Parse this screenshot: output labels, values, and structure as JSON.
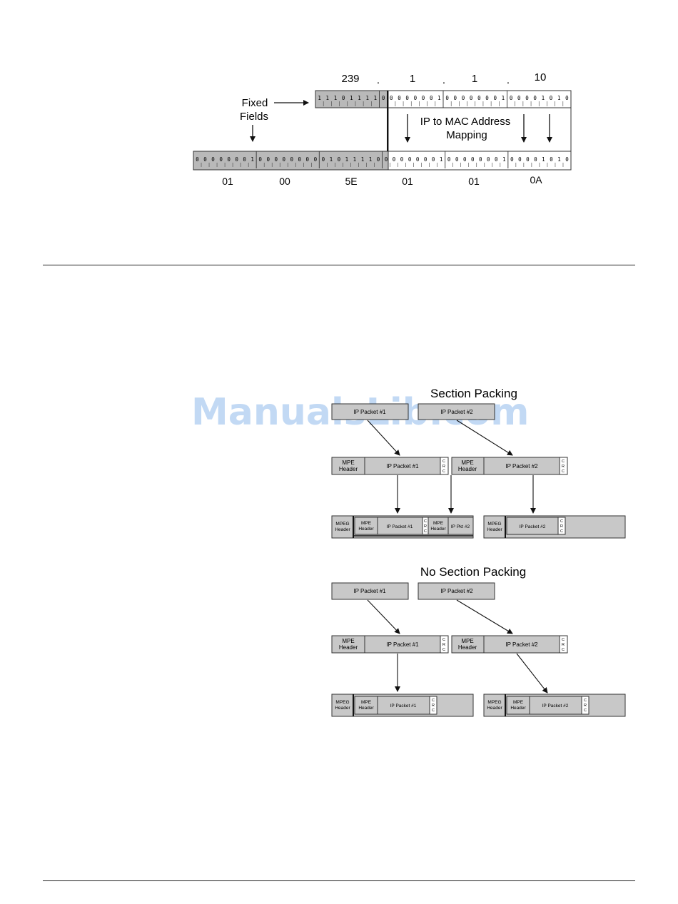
{
  "watermark": "ManualsLib.com",
  "mapping_diagram": {
    "ip_octets": [
      "239",
      ".",
      "1",
      ".",
      "1",
      ".",
      "10"
    ],
    "ip_bits": [
      "1",
      "1",
      "1",
      "0",
      "1",
      "1",
      "1",
      "1",
      "0",
      "0",
      "0",
      "0",
      "0",
      "0",
      "0",
      "1",
      "0",
      "0",
      "0",
      "0",
      "0",
      "0",
      "0",
      "1",
      "0",
      "0",
      "0",
      "0",
      "1",
      "0",
      "1",
      "0"
    ],
    "mac_bits": [
      "0",
      "0",
      "0",
      "0",
      "0",
      "0",
      "0",
      "1",
      "0",
      "0",
      "0",
      "0",
      "0",
      "0",
      "0",
      "0",
      "0",
      "1",
      "0",
      "1",
      "1",
      "1",
      "1",
      "0",
      "0",
      "0",
      "0",
      "0",
      "0",
      "0",
      "0",
      "1",
      "0",
      "0",
      "0",
      "0",
      "0",
      "0",
      "0",
      "1",
      "0",
      "0",
      "0",
      "0",
      "1",
      "0",
      "1",
      "0"
    ],
    "mac_octets": [
      "01",
      "00",
      "5E",
      "01",
      "01",
      "0A"
    ],
    "fixed_fields_label_line1": "Fixed",
    "fixed_fields_label_line2": "Fields",
    "mapping_label_line1": "IP to MAC Address",
    "mapping_label_line2": "Mapping"
  },
  "section_packing": {
    "title": "Section Packing",
    "ip_packet_1": "IP Packet #1",
    "ip_packet_2": "IP Packet #2",
    "mpe_header_line1": "MPE",
    "mpe_header_line2": "Header",
    "mpeg_header_line1": "MPEG",
    "mpeg_header_line2": "Header",
    "crc": [
      "C",
      "R",
      "C"
    ],
    "ip_fragment_2": "IP Pkt #2"
  },
  "no_section_packing": {
    "title": "No Section Packing",
    "ip_packet_1": "IP Packet #1",
    "ip_packet_2": "IP Packet #2"
  }
}
